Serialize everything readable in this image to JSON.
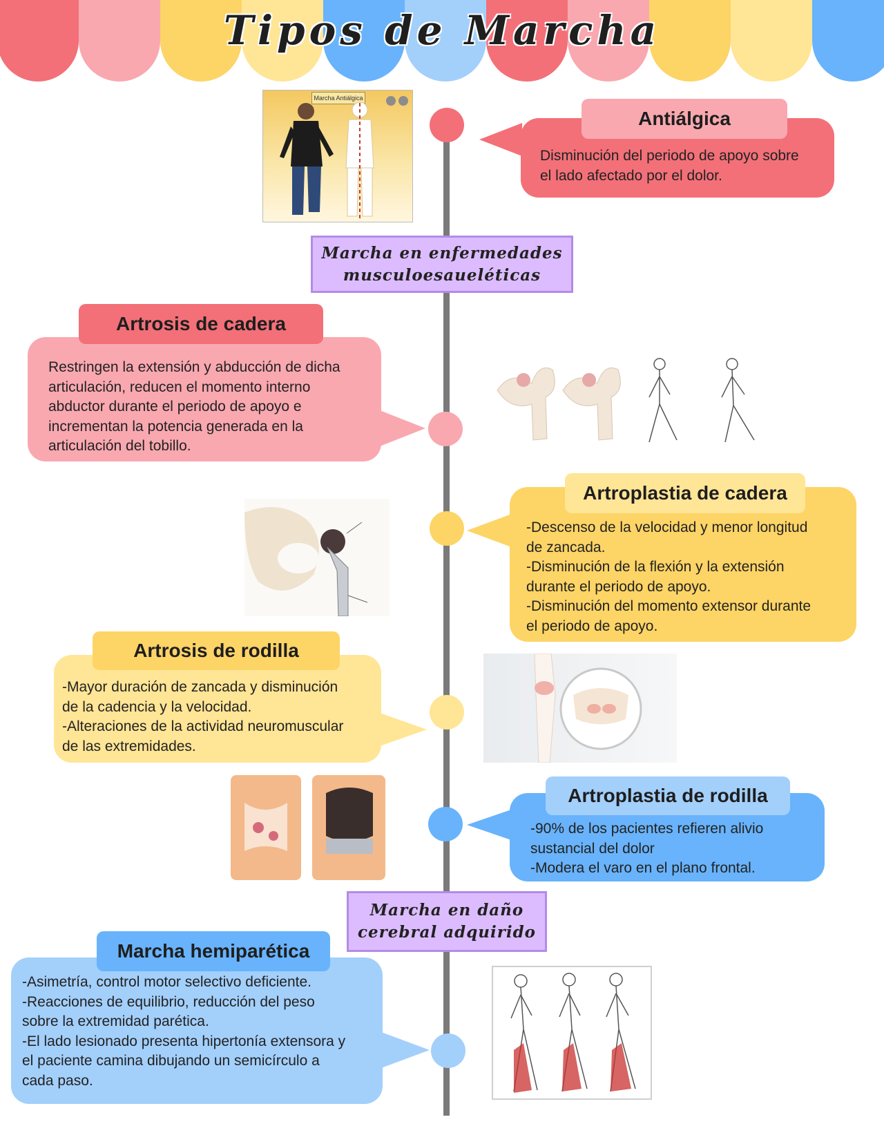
{
  "title": "Tipos de Marcha",
  "colors": {
    "red": "#f37078",
    "pink": "#f9a8b0",
    "yellow_dark": "#fdd466",
    "yellow_light": "#ffe596",
    "blue_dark": "#68b3fb",
    "blue_light": "#a3cffb",
    "purple": "#dcbcff",
    "axis": "#7a7a7a"
  },
  "sections": {
    "musculo": {
      "line1": "Marcha en enfermedades",
      "line2": "musculoesaueléticas"
    },
    "cerebral": {
      "line1": "Marcha en daño",
      "line2": "cerebral adquirido"
    }
  },
  "items": {
    "antialgica": {
      "title": "Antiálgica",
      "lines": [
        "Disminución del periodo de apoyo sobre",
        "el lado afectado por el dolor."
      ],
      "image_label": "Marcha Antiálgica"
    },
    "artrosis_cadera": {
      "title": "Artrosis de cadera",
      "lines": [
        "Restringen la extensión y abducción de dicha",
        "articulación, reducen el momento interno",
        "abductor durante el periodo de apoyo e",
        "incrementan la potencia generada en la",
        "articulación del tobillo."
      ]
    },
    "artroplastia_cadera": {
      "title": "Artroplastia de cadera",
      "lines": [
        "-Descenso de la velocidad y menor longitud",
        "de zancada.",
        "-Disminución de la flexión y la extensión",
        "durante el periodo de apoyo.",
        "-Disminución del momento extensor durante",
        "el periodo de apoyo."
      ]
    },
    "artrosis_rodilla": {
      "title": "Artrosis de rodilla",
      "lines": [
        "-Mayor duración de zancada y disminución",
        "de la cadencia y la velocidad.",
        "-Alteraciones de la actividad neuromuscular",
        "de las extremidades."
      ]
    },
    "artroplastia_rodilla": {
      "title": "Artroplastia de rodilla",
      "lines": [
        "-90% de los pacientes refieren alivio",
        "sustancial del dolor",
        "-Modera el varo en el plano frontal."
      ]
    },
    "hemiparetica": {
      "title": "Marcha hemiparética",
      "lines": [
        "-Asimetría, control motor selectivo deficiente.",
        "-Reacciones de equilibrio, reducción del peso",
        "sobre la extremidad parética.",
        "-El lado lesionado presenta hipertonía extensora y",
        "el paciente camina dibujando un semicírculo a",
        "cada paso."
      ]
    }
  }
}
